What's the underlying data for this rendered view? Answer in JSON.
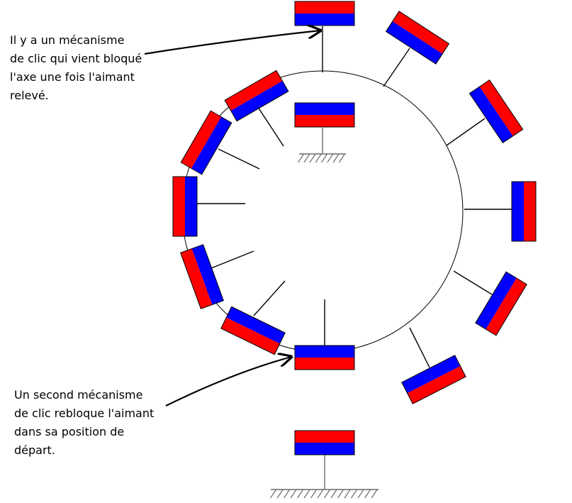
{
  "colors": {
    "red": "#ff0000",
    "blue": "#0000ff",
    "line": "#000000",
    "ground": "#6b6b6b",
    "background": "#ffffff"
  },
  "annotations": {
    "top": {
      "lines": [
        "Il y a un mécanisme",
        "de clic qui vient bloqué",
        "l'axe une fois l'aimant",
        "relevé."
      ]
    },
    "bottom": {
      "lines": [
        "Un second mécanisme",
        "de clic rebloque l'aimant",
        "dans sa position de",
        "départ."
      ]
    }
  }
}
